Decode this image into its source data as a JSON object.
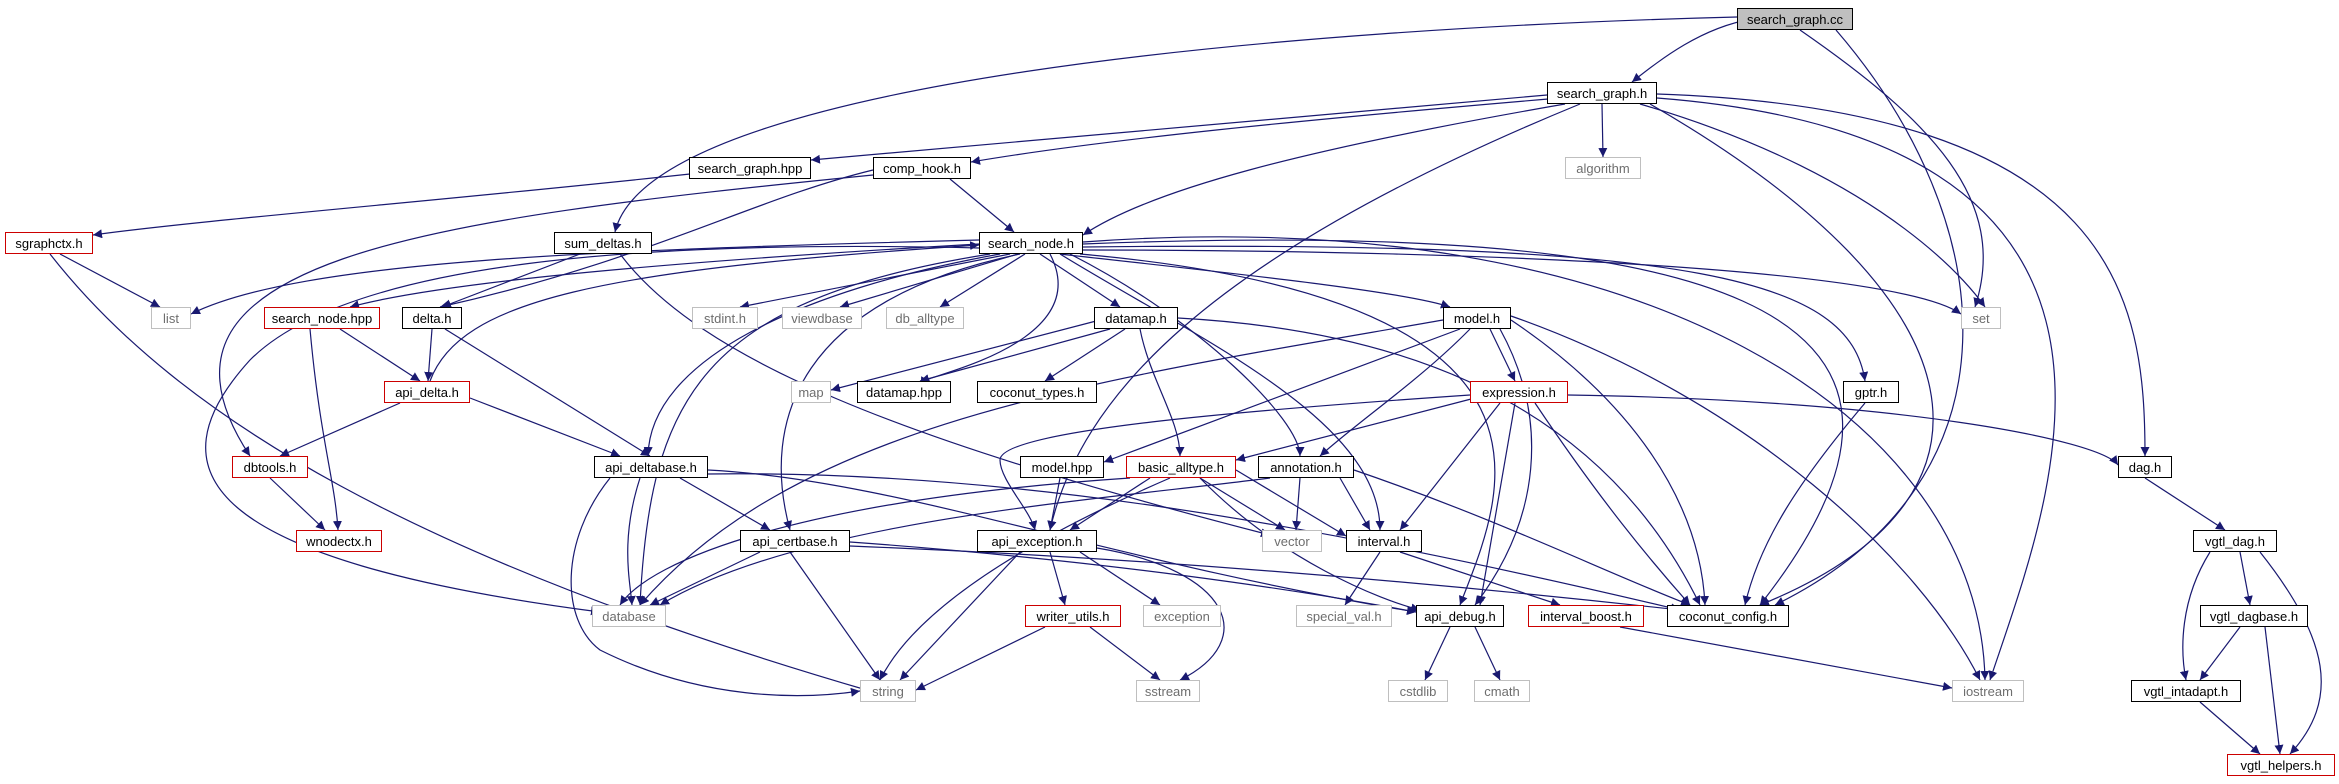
{
  "colors": {
    "edge": "#191970",
    "black_border": "#000000",
    "red_border": "#cc0000",
    "gray_border": "#bfbfbf",
    "root_fill": "#bfbfbf"
  },
  "nodes": {
    "search_graph_cc": {
      "label": "search_graph.cc",
      "style": "root"
    },
    "search_graph_h": {
      "label": "search_graph.h",
      "style": "black"
    },
    "search_graph_hpp": {
      "label": "search_graph.hpp",
      "style": "black"
    },
    "comp_hook_h": {
      "label": "comp_hook.h",
      "style": "black"
    },
    "algorithm": {
      "label": "algorithm",
      "style": "gray"
    },
    "sgraphctx_h": {
      "label": "sgraphctx.h",
      "style": "red"
    },
    "sum_deltas_h": {
      "label": "sum_deltas.h",
      "style": "black"
    },
    "search_node_h": {
      "label": "search_node.h",
      "style": "black"
    },
    "list": {
      "label": "list",
      "style": "gray"
    },
    "search_node_hpp": {
      "label": "search_node.hpp",
      "style": "red"
    },
    "delta_h": {
      "label": "delta.h",
      "style": "black"
    },
    "stdint_h": {
      "label": "stdint.h",
      "style": "gray"
    },
    "viewdbase": {
      "label": "viewdbase",
      "style": "gray"
    },
    "db_alltype": {
      "label": "db_alltype",
      "style": "gray"
    },
    "datamap_h": {
      "label": "datamap.h",
      "style": "black"
    },
    "model_h": {
      "label": "model.h",
      "style": "black"
    },
    "set": {
      "label": "set",
      "style": "gray"
    },
    "api_delta_h": {
      "label": "api_delta.h",
      "style": "red"
    },
    "map": {
      "label": "map",
      "style": "gray"
    },
    "datamap_hpp": {
      "label": "datamap.hpp",
      "style": "black"
    },
    "coconut_types_h": {
      "label": "coconut_types.h",
      "style": "black"
    },
    "expression_h": {
      "label": "expression.h",
      "style": "red"
    },
    "gptr_h": {
      "label": "gptr.h",
      "style": "black"
    },
    "dbtools_h": {
      "label": "dbtools.h",
      "style": "red"
    },
    "api_deltabase_h": {
      "label": "api_deltabase.h",
      "style": "black"
    },
    "model_hpp": {
      "label": "model.hpp",
      "style": "black"
    },
    "basic_alltype_h": {
      "label": "basic_alltype.h",
      "style": "red"
    },
    "annotation_h": {
      "label": "annotation.h",
      "style": "black"
    },
    "dag_h": {
      "label": "dag.h",
      "style": "black"
    },
    "wnodectx_h": {
      "label": "wnodectx.h",
      "style": "red"
    },
    "api_certbase_h": {
      "label": "api_certbase.h",
      "style": "black"
    },
    "api_exception_h": {
      "label": "api_exception.h",
      "style": "black"
    },
    "vector": {
      "label": "vector",
      "style": "gray"
    },
    "interval_h": {
      "label": "interval.h",
      "style": "black"
    },
    "vgtl_dag_h": {
      "label": "vgtl_dag.h",
      "style": "black"
    },
    "database": {
      "label": "database",
      "style": "gray"
    },
    "writer_utils_h": {
      "label": "writer_utils.h",
      "style": "red"
    },
    "exception": {
      "label": "exception",
      "style": "gray"
    },
    "special_val_h": {
      "label": "special_val.h",
      "style": "gray"
    },
    "api_debug_h": {
      "label": "api_debug.h",
      "style": "black"
    },
    "interval_boost_h": {
      "label": "interval_boost.h",
      "style": "red"
    },
    "coconut_config_h": {
      "label": "coconut_config.h",
      "style": "black"
    },
    "vgtl_dagbase_h": {
      "label": "vgtl_dagbase.h",
      "style": "black"
    },
    "string": {
      "label": "string",
      "style": "gray"
    },
    "sstream": {
      "label": "sstream",
      "style": "gray"
    },
    "cstdlib": {
      "label": "cstdlib",
      "style": "gray"
    },
    "cmath": {
      "label": "cmath",
      "style": "gray"
    },
    "iostream": {
      "label": "iostream",
      "style": "gray"
    },
    "vgtl_intadapt_h": {
      "label": "vgtl_intadapt.h",
      "style": "black"
    },
    "vgtl_helpers_h": {
      "label": "vgtl_helpers.h",
      "style": "red"
    }
  }
}
